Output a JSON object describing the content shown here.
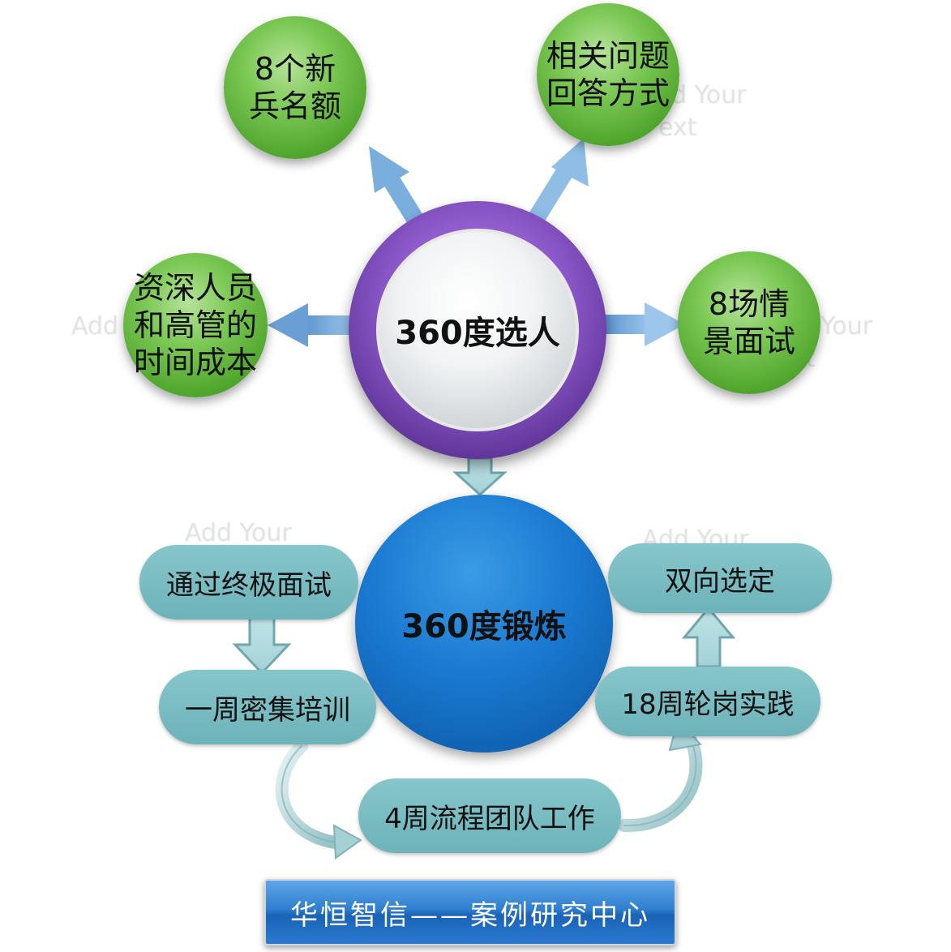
{
  "hub_select": {
    "label": "360度选人"
  },
  "outcomes": [
    {
      "id": "top-left",
      "label": "8个新\n兵名额"
    },
    {
      "id": "top-right",
      "label": "相关问题\n回答方式"
    },
    {
      "id": "left",
      "label": "资深人员\n和高管的\n时间成本"
    },
    {
      "id": "right",
      "label": "8场情\n景面试"
    }
  ],
  "hub_train": {
    "label": "360度锻炼"
  },
  "steps": {
    "pass": "通过终极面试",
    "intensive": "一周密集培训",
    "team": "4周流程团队工作",
    "rotation": "18周轮岗实践",
    "mutual": "双向选定"
  },
  "ghost_text": {
    "top_right_line1": "d Your",
    "top_right_line2": "ext",
    "left": "Add",
    "right_line1": "Your",
    "right_line2": "ext",
    "bottom_left": "Add Your",
    "bottom_right": "Add Your"
  },
  "footer": {
    "label": "华恒智信——案例研究中心"
  },
  "colors": {
    "green": "#5cb437",
    "purple_ring": "#7a45b8",
    "blue_hub": "#1674cc",
    "teal_pill": "#78bbc0",
    "arrow_blue": "#7aaedd",
    "footer_blue": "#2a76c9"
  }
}
